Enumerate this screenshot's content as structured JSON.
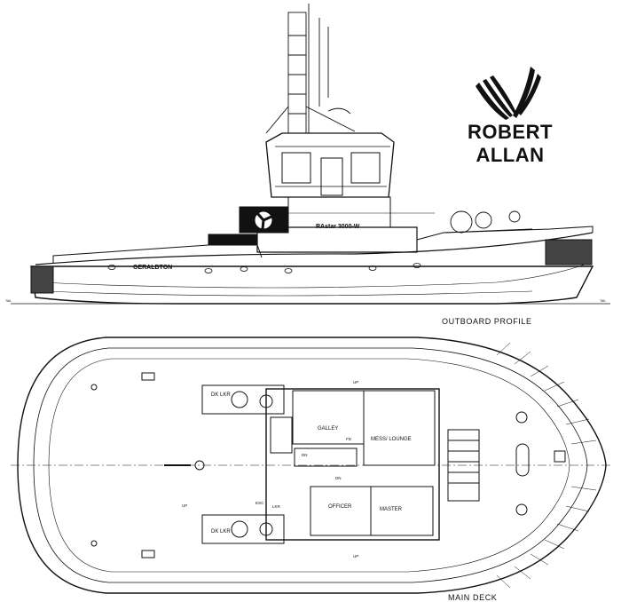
{
  "brand": {
    "name": "ROBERT ALLAN"
  },
  "profile": {
    "title": "OUTBOARD PROFILE",
    "vessel_name": "GERALDTON",
    "model_badge": "RAstar 3000-W",
    "left_marker": "TAIL",
    "right_marker": "TAIL"
  },
  "deck": {
    "title": "MAIN DECK",
    "rooms": {
      "dk_lkr_top": "DK LKR",
      "dk_lkr_bottom": "DK LKR",
      "galley": "GALLEY",
      "mess": "MESS/ LOUNGE",
      "officer": "OFFICER",
      "master": "MASTER",
      "esc": "ESC",
      "lkr": "LKR",
      "fd": "FD",
      "dn": "DN",
      "dn2": "DN",
      "up_top": "UP",
      "up_left": "UP",
      "up_bottom": "UP"
    }
  }
}
